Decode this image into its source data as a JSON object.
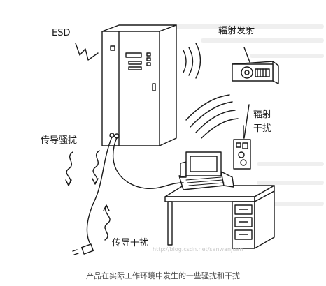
{
  "diagram": {
    "esd_label": "ESD",
    "radiated_emission_label": "辐射发射",
    "radiated_interference_label_line1": "辐射",
    "radiated_interference_label_line2": "干扰",
    "conducted_disturbance_label": "传导骚扰",
    "conducted_interference_label": "传导干扰",
    "watermark": "http://blog.csdn.net/sanwanjuan"
  },
  "caption": "产品在实际工作环境中发生的一些骚扰和干扰"
}
